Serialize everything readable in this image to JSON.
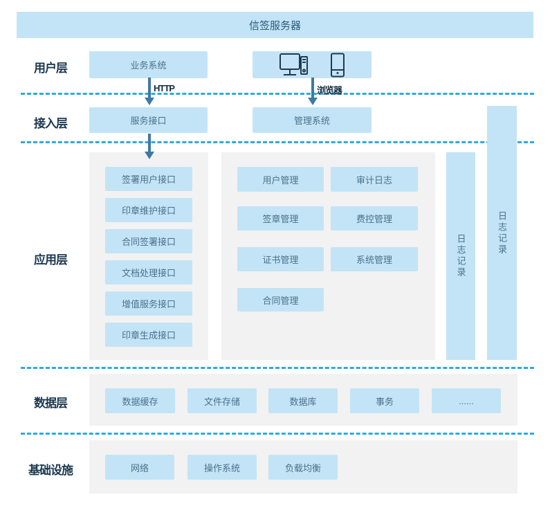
{
  "title": "信签服务器",
  "layers": {
    "user": {
      "label": "用户层"
    },
    "access": {
      "label": "接入层"
    },
    "app": {
      "label": "应用层"
    },
    "data": {
      "label": "数据层"
    },
    "infra": {
      "label": "基础设施"
    }
  },
  "user_layer": {
    "business_system": "业务系统",
    "http_label": "HTTP",
    "browser_label": "浏览器",
    "client_icons": [
      "desktop-computer-icon",
      "mobile-phone-icon"
    ]
  },
  "access_layer": {
    "service_interface": "服务接口",
    "management_system": "管理系统"
  },
  "app_layer": {
    "interfaces": [
      "签署用户接口",
      "印章维护接口",
      "合同签署接口",
      "文档处理接口",
      "增值服务接口",
      "印章生成接口"
    ],
    "modules": [
      "用户管理",
      "审计日志",
      "签章管理",
      "费控管理",
      "证书管理",
      "系统管理",
      "合同管理"
    ],
    "log_bar_inner": "日志记录",
    "log_bar_outer": "日志记录"
  },
  "data_layer": {
    "items": [
      "数据缓存",
      "文件存储",
      "数据库",
      "事务",
      "......"
    ]
  },
  "infra_layer": {
    "items": [
      "网络",
      "操作系统",
      "负载均衡"
    ]
  },
  "colors": {
    "box_fill": "#c3e4f6",
    "panel_fill": "#f2f2f2",
    "dashed_line": "#29abe2",
    "arrow": "#3d7aa6",
    "box_text": "#49718c",
    "title_text": "#2b5878",
    "label_text": "#1b3850"
  }
}
